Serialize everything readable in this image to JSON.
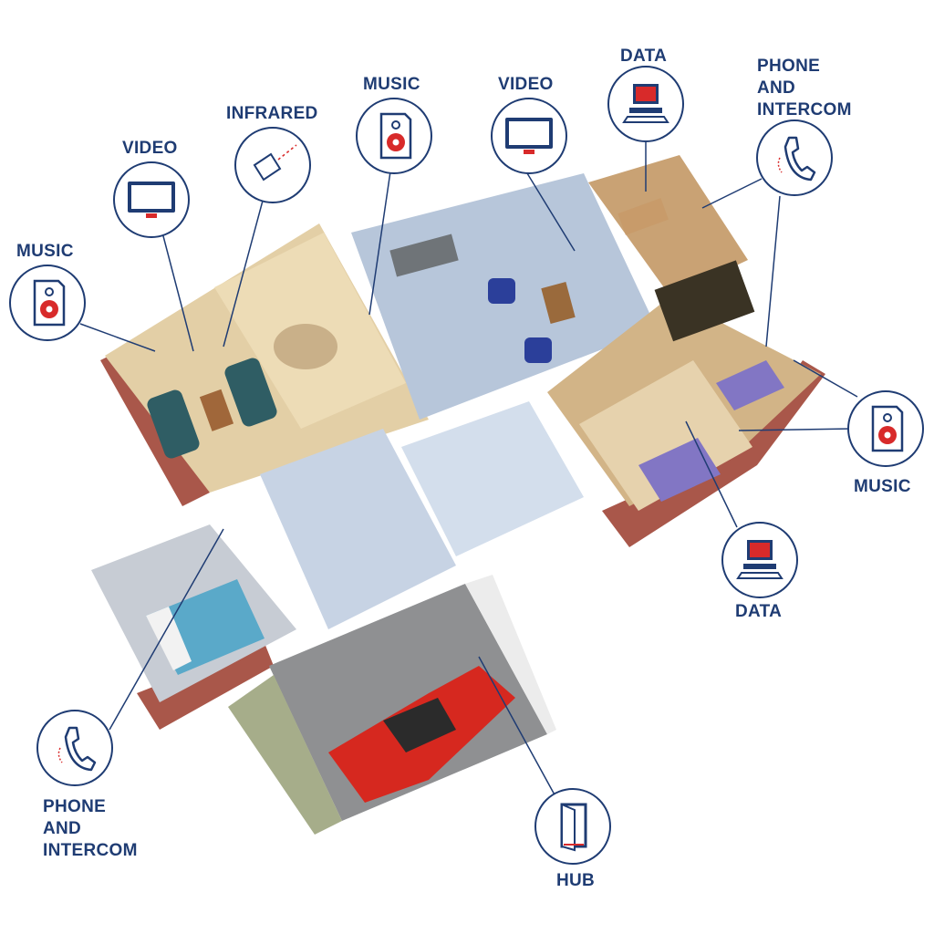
{
  "callouts": [
    {
      "id": "video-living",
      "label": "VIDEO",
      "icon": "tv-icon"
    },
    {
      "id": "music-living",
      "label": "MUSIC",
      "icon": "speaker-icon"
    },
    {
      "id": "infrared",
      "label": "INFRARED",
      "icon": "infrared-sensor-icon"
    },
    {
      "id": "music-dining",
      "label": "MUSIC",
      "icon": "speaker-icon"
    },
    {
      "id": "video-lounge",
      "label": "VIDEO",
      "icon": "tv-icon"
    },
    {
      "id": "data-study",
      "label": "DATA",
      "icon": "computer-icon"
    },
    {
      "id": "phone-study",
      "label": "PHONE\nAND\nINTERCOM",
      "icon": "phone-handset-icon"
    },
    {
      "id": "music-bedroom",
      "label": "MUSIC",
      "icon": "speaker-icon"
    },
    {
      "id": "data-bedroom",
      "label": "DATA",
      "icon": "computer-icon"
    },
    {
      "id": "phone-master",
      "label": "PHONE\nAND\nINTERCOM",
      "icon": "phone-handset-icon"
    },
    {
      "id": "hub",
      "label": "HUB",
      "icon": "hub-cabinet-icon"
    }
  ],
  "colors": {
    "label": "#1f3c73",
    "circle_stroke": "#1f3c73",
    "icon_red": "#d82a2a",
    "icon_blue": "#1f3c73",
    "brick": "#a9574a",
    "floor_wood": "#e3cfa6",
    "floor_tile": "#b7c6da",
    "floor_concrete": "#8f9092",
    "car": "#d6281f"
  }
}
